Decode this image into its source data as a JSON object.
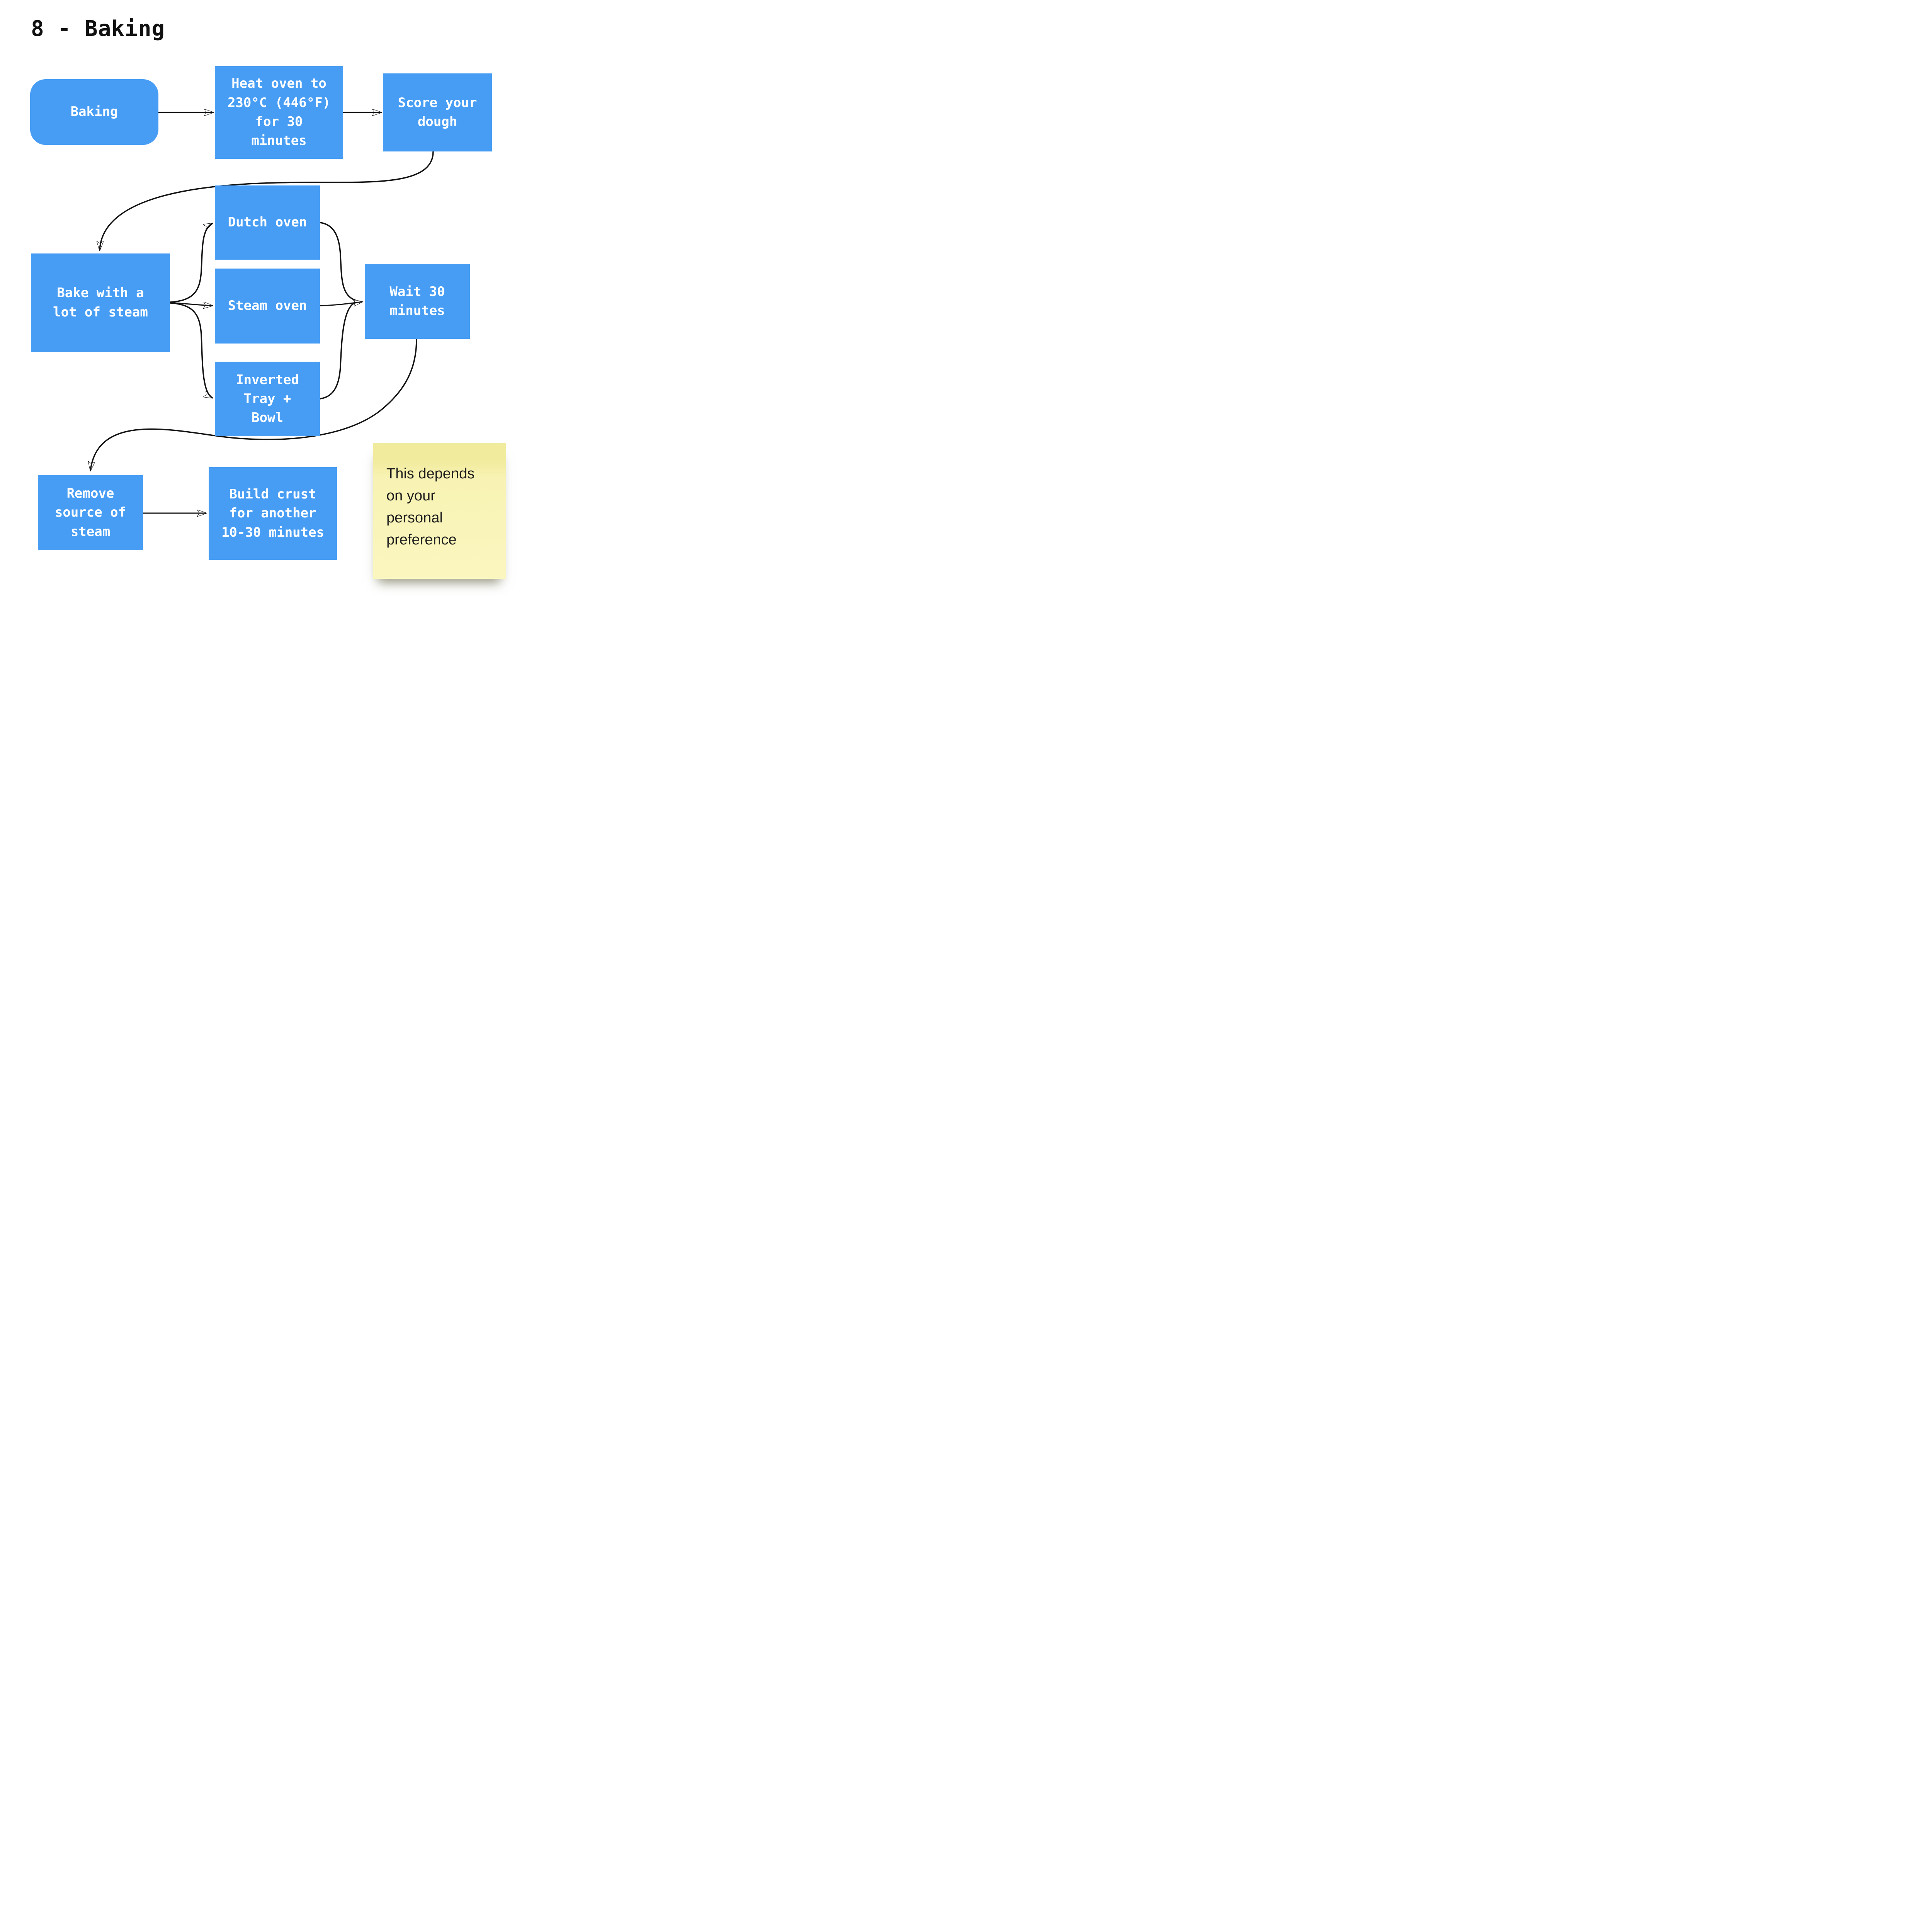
{
  "page": {
    "title": "8 - Baking",
    "background": "#ffffff"
  },
  "colors": {
    "node_fill": "#479df4",
    "node_text": "#ffffff",
    "arrow": "#131313",
    "note_top": "#f1eb9d",
    "note_body": "#f8f3b4",
    "note_text": "#1e1e1e"
  },
  "nodes": {
    "baking": {
      "label": "Baking"
    },
    "heat": {
      "label": "Heat oven to\n230°C (446°F)\nfor 30\nminutes"
    },
    "score": {
      "label": "Score your\ndough"
    },
    "dutch": {
      "label": "Dutch oven"
    },
    "bake": {
      "label": "Bake with a\nlot of steam"
    },
    "steam": {
      "label": "Steam oven"
    },
    "wait": {
      "label": "Wait 30\nminutes"
    },
    "inverted": {
      "label": "Inverted\nTray +\nBowl"
    },
    "remove": {
      "label": "Remove\nsource of\nsteam"
    },
    "build": {
      "label": "Build crust\nfor another\n10-30 minutes"
    }
  },
  "note": {
    "text": "This depends\non your\npersonal\npreference"
  },
  "edges": [
    "baking→heat",
    "heat→score",
    "score→bake",
    "bake→dutch",
    "bake→steam",
    "bake→inverted",
    "dutch→wait",
    "steam→wait",
    "inverted→wait",
    "wait→remove",
    "remove→build"
  ]
}
